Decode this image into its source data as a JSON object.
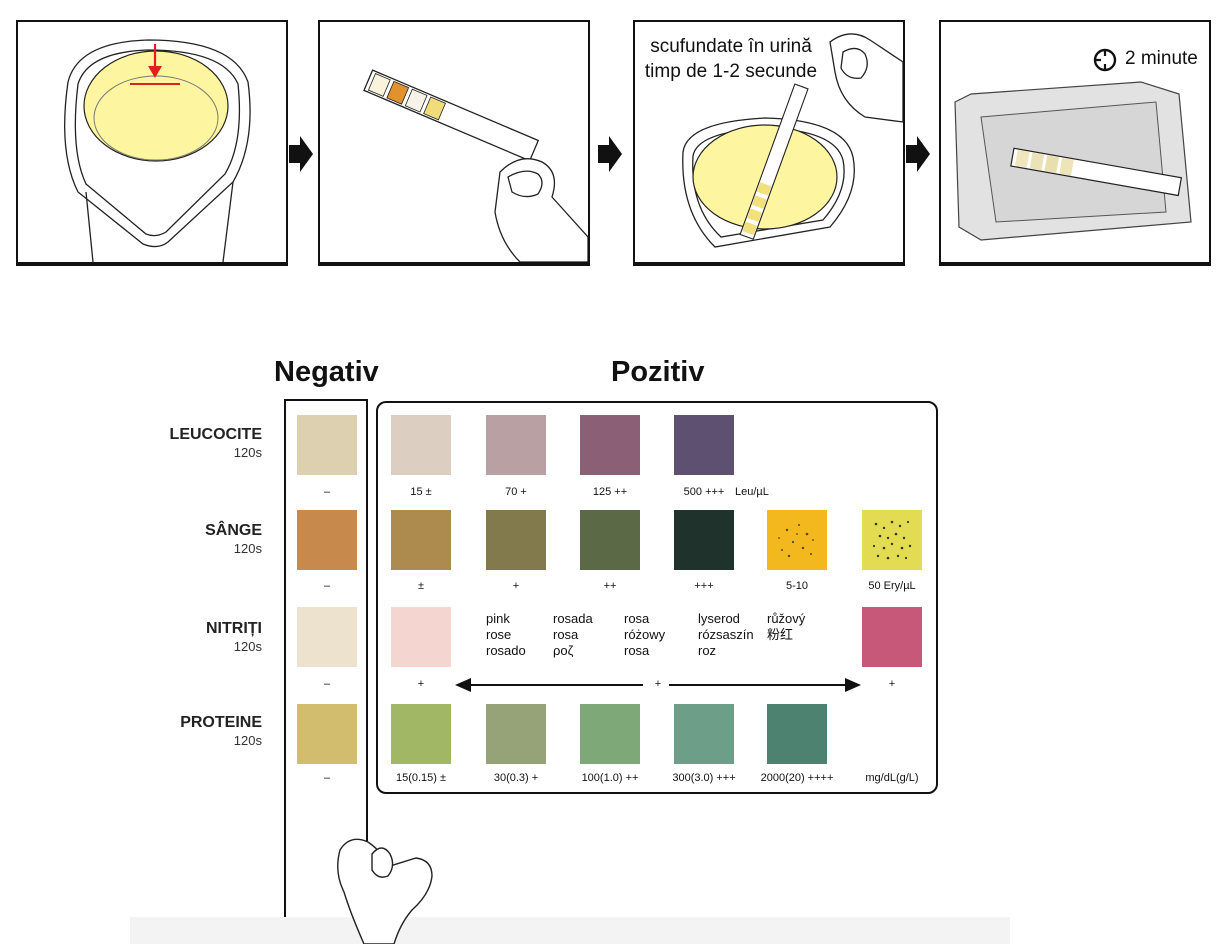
{
  "procedure": {
    "step3_text_line1": "scufundate în urină",
    "step3_text_line2": "timp de 1-2 secunde",
    "step4_time": "2 minute",
    "icons": [
      "arrow-right-icon",
      "clock-icon",
      "down-arrow-icon"
    ]
  },
  "chart": {
    "negative_heading": "Negativ",
    "positive_heading": "Pozitiv"
  },
  "rows": {
    "leucocite": {
      "name": "LEUCOCITE",
      "time": "120s",
      "negative": {
        "color": "#ddd0b0",
        "label": "–"
      },
      "swatches": [
        {
          "color": "#dccfc2",
          "label": "15 ±"
        },
        {
          "color": "#b9a0a2",
          "label": "70 +"
        },
        {
          "color": "#8b6076",
          "label": "125 ++"
        },
        {
          "color": "#5e5070",
          "label": "500 +++"
        }
      ],
      "unit": "Leu/µL"
    },
    "sange": {
      "name": "SÂNGE",
      "time": "120s",
      "negative": {
        "color": "#c88a4c",
        "label": "–"
      },
      "swatches": [
        {
          "color": "#ad8a4e",
          "label": "±"
        },
        {
          "color": "#827a4c",
          "label": "+"
        },
        {
          "color": "#5b6947",
          "label": "++"
        },
        {
          "color": "#20322c",
          "label": "+++"
        },
        {
          "color": "#f3b81e",
          "label": "5-10"
        },
        {
          "color": "#e3dc52",
          "label": "50 Ery/µL"
        }
      ]
    },
    "nitriti": {
      "name": "NITRIȚI",
      "time": "120s",
      "negative": {
        "color": "#ede2cd",
        "label": "–"
      },
      "swatches": [
        {
          "color": "#f5d5cf",
          "label": "+"
        },
        {
          "color": "#c8587a",
          "label": "+"
        }
      ],
      "center_label": "+",
      "words": {
        "col1": [
          "pink",
          "rose",
          "rosado"
        ],
        "col2": [
          "rosada",
          "rosa",
          "ροζ"
        ],
        "col3": [
          "rosa",
          "różowy",
          "rosa"
        ],
        "col4": [
          "lyserod",
          "rózsaszín",
          "roz"
        ],
        "col5": [
          "růžový",
          "粉红"
        ]
      }
    },
    "proteine": {
      "name": "PROTEINE",
      "time": "120s",
      "negative": {
        "color": "#d2bd6e",
        "label": "–"
      },
      "swatches": [
        {
          "color": "#a2b766",
          "label": "15(0.15) ±"
        },
        {
          "color": "#96a278",
          "label": "30(0.3) +"
        },
        {
          "color": "#7ea878",
          "label": "100(1.0) ++"
        },
        {
          "color": "#6d9e88",
          "label": "300(3.0) +++"
        },
        {
          "color": "#4d8270",
          "label": "2000(20) ++++"
        }
      ],
      "unit": "mg/dL(g/L)"
    }
  }
}
